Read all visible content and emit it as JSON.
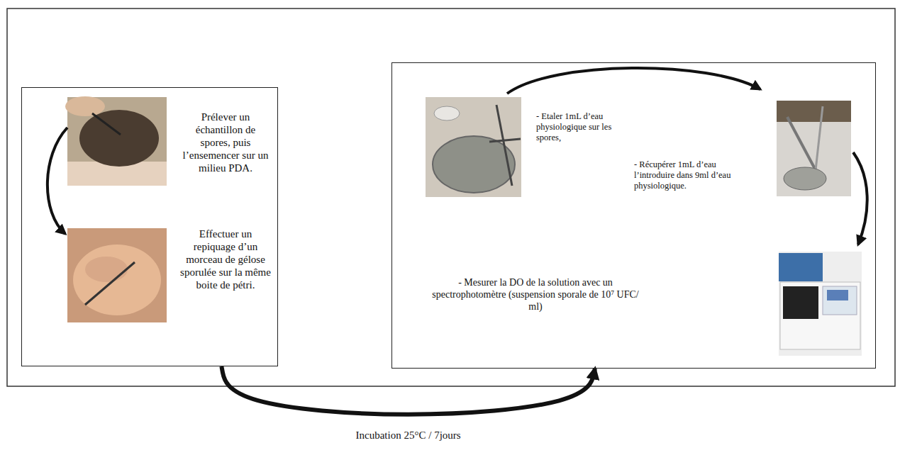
{
  "diagram": {
    "nodes": [
      {
        "text": [
          "Prélever un échantillon de spores, puis l’ensemencer sur un milieu PDA.",
          "Effectuer un repiquage d’un morceau de gélose sporulée sur la même boite de pétri."
        ]
      },
      {
        "text": [
          "- Etaler 1mL d’eau physiologique sur les spores,",
          "- Récupérer 1mL d’eau l’introduire dans 9ml d’eau physiologique.",
          "- Mesurer la DO de la solution avec un spectrophotomètre (suspension sporale de 10⁷ UFC/ ml)"
        ]
      }
    ],
    "edges": [
      {
        "from": 0,
        "to": 1,
        "arrow": "to",
        "label": "Incubation 25°C / 7jours"
      }
    ]
  }
}
